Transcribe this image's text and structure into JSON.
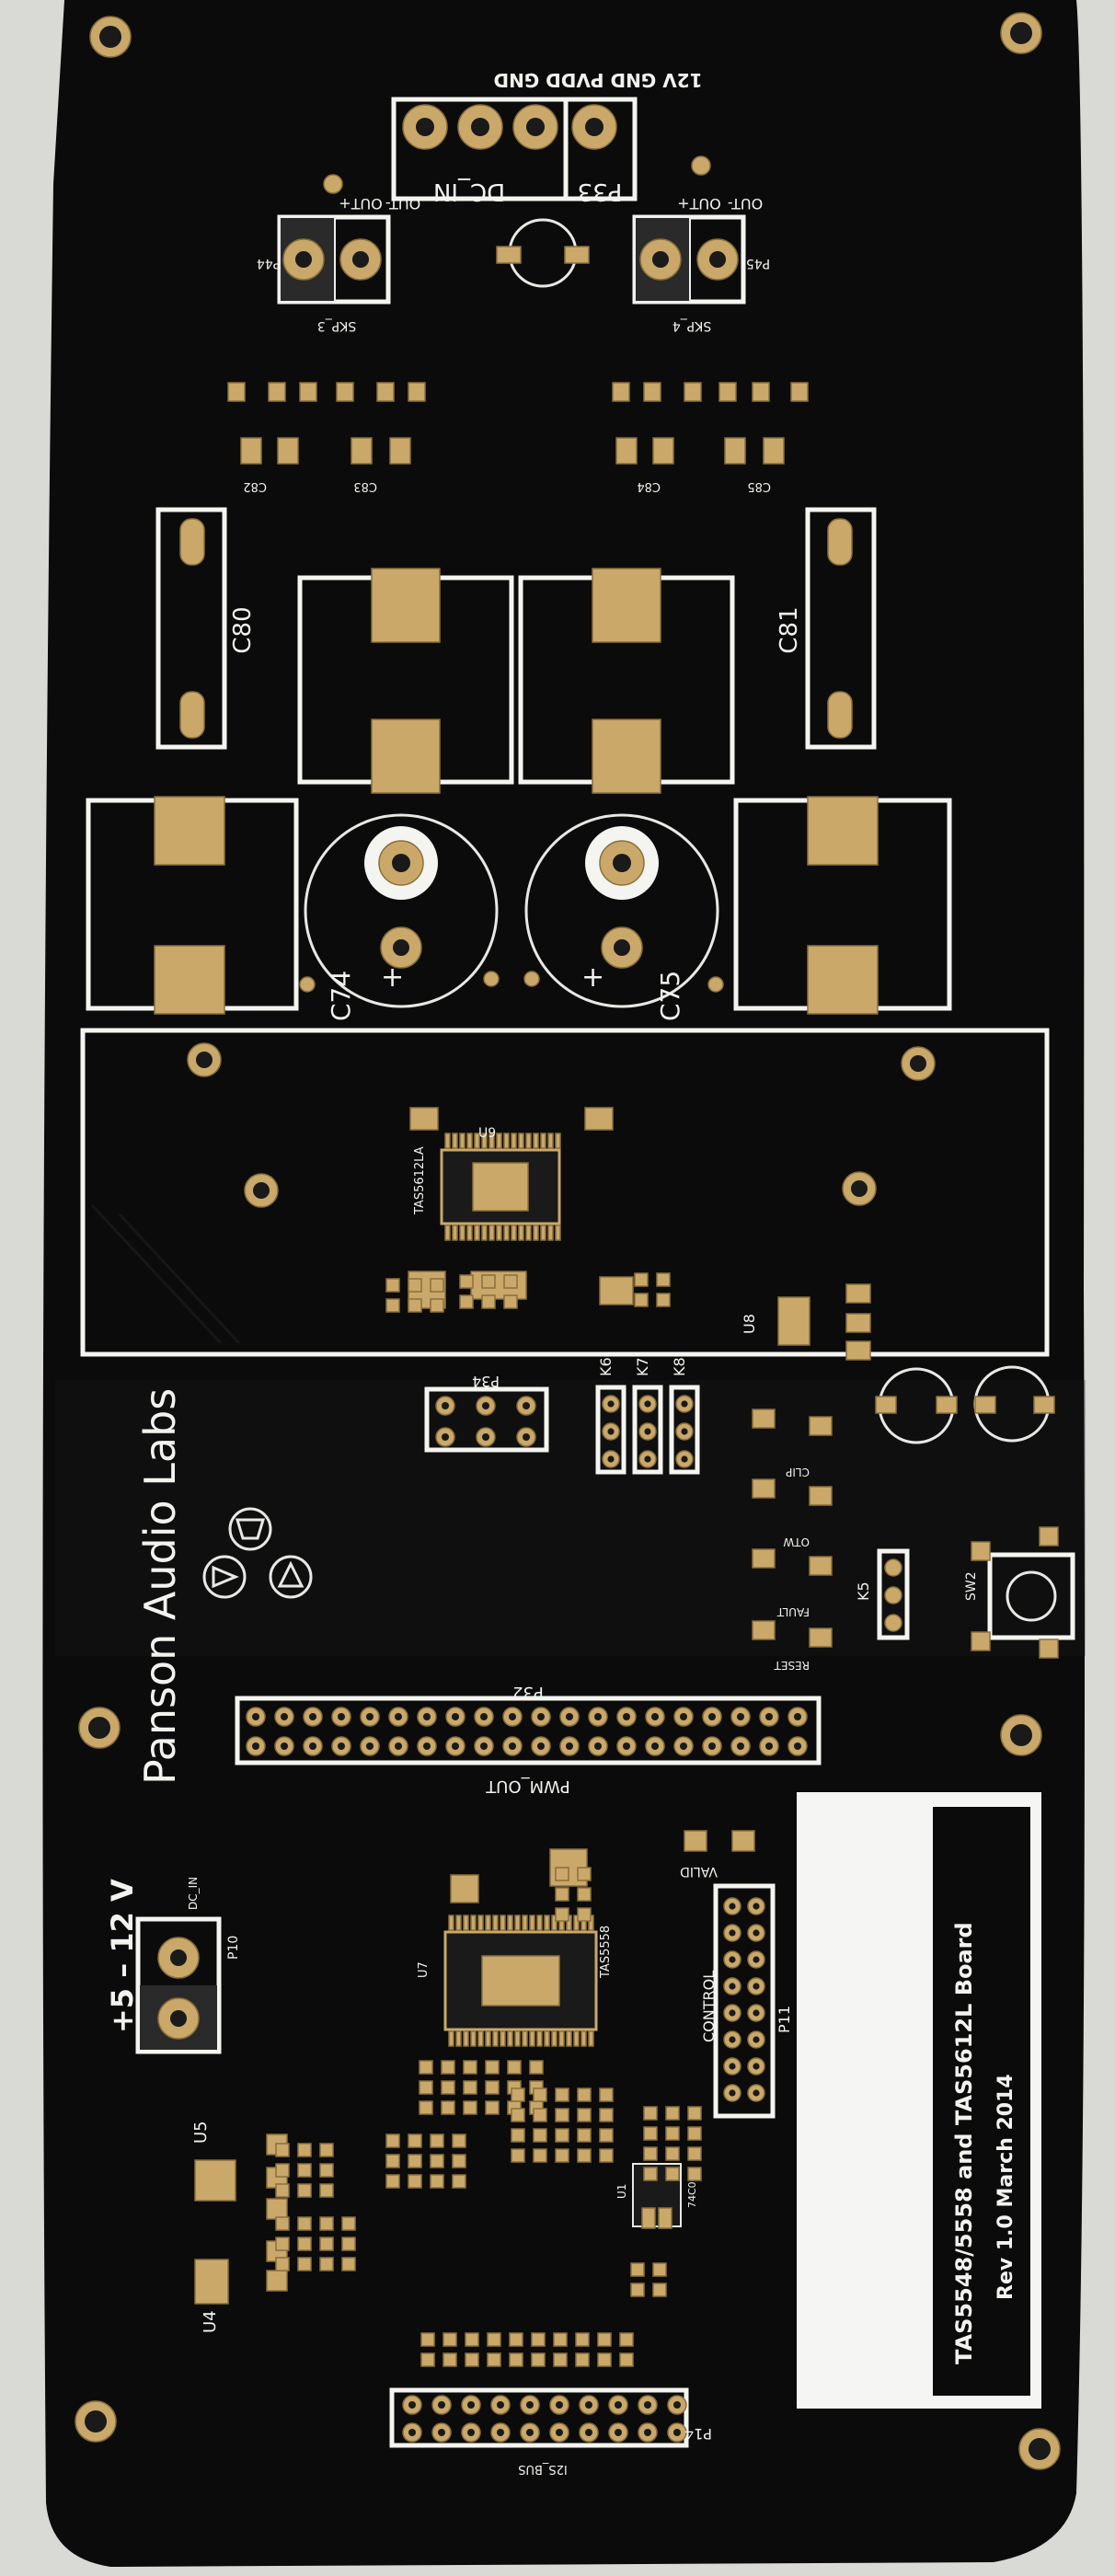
{
  "board": {
    "brand": "Panson Audio Labs",
    "title": "TAS5548/5558 and TAS5612L Board",
    "revision": "Rev 1.0   March 2014",
    "supply_label": "+5 – 12 V",
    "colors": {
      "mask": "#0b0b0b",
      "pad": "#c9a86a",
      "silk": "#f4f4f0",
      "background": "#d9d9d6"
    }
  },
  "labels": {
    "power_header": "12V GND PVDD GND",
    "dc_in": "DC_IN",
    "p33": "P33",
    "out_minus_left": "OUT-",
    "out_plus_left": "OUT+",
    "out_minus_right": "OUT-",
    "out_plus_right": "OUT+",
    "skp3": "SKP_3",
    "skp4": "SKP_4",
    "p44": "P44",
    "p45": "P45",
    "c80": "C80",
    "c81": "C81",
    "c74": "C74",
    "c75": "C75",
    "c82": "C82",
    "c83": "C83",
    "c84": "C84",
    "c85": "C85",
    "u9": "U9",
    "u9_part": "TAS5612LA",
    "u8": "U8",
    "p34": "P34",
    "k6": "K6",
    "k7": "K7",
    "k8": "K8",
    "k5": "K5",
    "p32": "P32",
    "pwm_out": "PWM_OUT",
    "valid": "VALID",
    "control": "CONTROL",
    "p11": "P11",
    "tas5558": "TAS5558",
    "u7": "U7",
    "u5": "U5",
    "u4": "U4",
    "u1": "U1",
    "u1_part": "74C0G1",
    "p10": "P10",
    "dc_in_small": "DC_IN",
    "p14": "P14",
    "i2s_bus": "I2S_BUS",
    "sw2": "SW2",
    "reset": "RESET",
    "fault": "FAULT",
    "clip": "CLIP",
    "otw": "OTW"
  }
}
